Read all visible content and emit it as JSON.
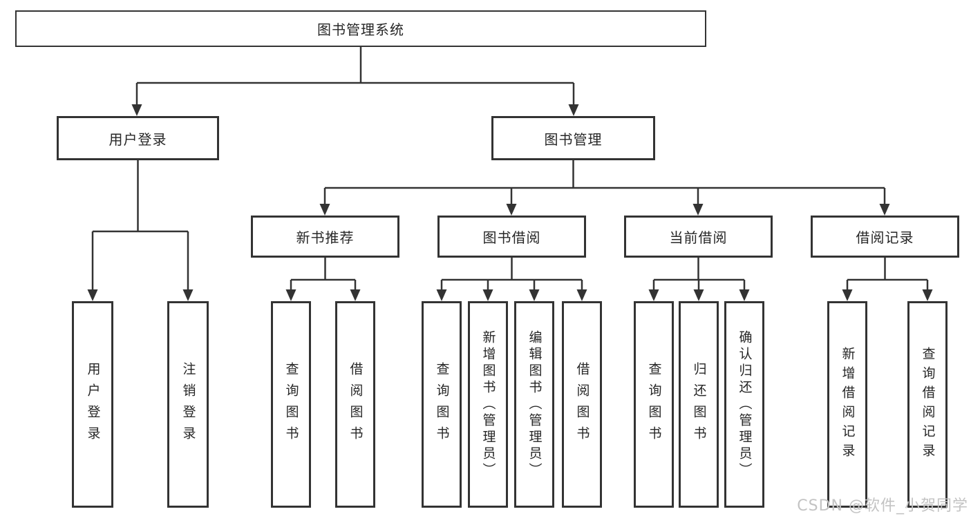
{
  "diagram": {
    "root": "图书管理系统",
    "user_login": {
      "label": "用户登录",
      "children": {
        "login": "用户登录",
        "logout": "注销登录"
      }
    },
    "book_management": {
      "label": "图书管理",
      "children": {
        "new_book_recommendation": {
          "label": "新书推荐",
          "children": {
            "query_books": "查询图书",
            "borrow_books": "借阅图书"
          }
        },
        "book_borrowing": {
          "label": "图书借阅",
          "children": {
            "query_books": "查询图书",
            "add_books": "新增图书（管理员）",
            "edit_books": "编辑图书（管理员）",
            "borrow_books": "借阅图书"
          }
        },
        "current_borrowing": {
          "label": "当前借阅",
          "children": {
            "query_books": "查询图书",
            "return_books": "归还图书",
            "confirm_return": "确认归还（管理员）"
          }
        },
        "borrowing_records": {
          "label": "借阅记录",
          "children": {
            "add_record": "新增借阅记录",
            "query_record": "查询借阅记录"
          }
        }
      }
    }
  },
  "watermark": "CSDN @软件_小贺同学",
  "colors": {
    "line": "#333333",
    "box_border": "#333333",
    "text": "#262626",
    "watermark": "#c3c3c3",
    "background": "#ffffff"
  }
}
